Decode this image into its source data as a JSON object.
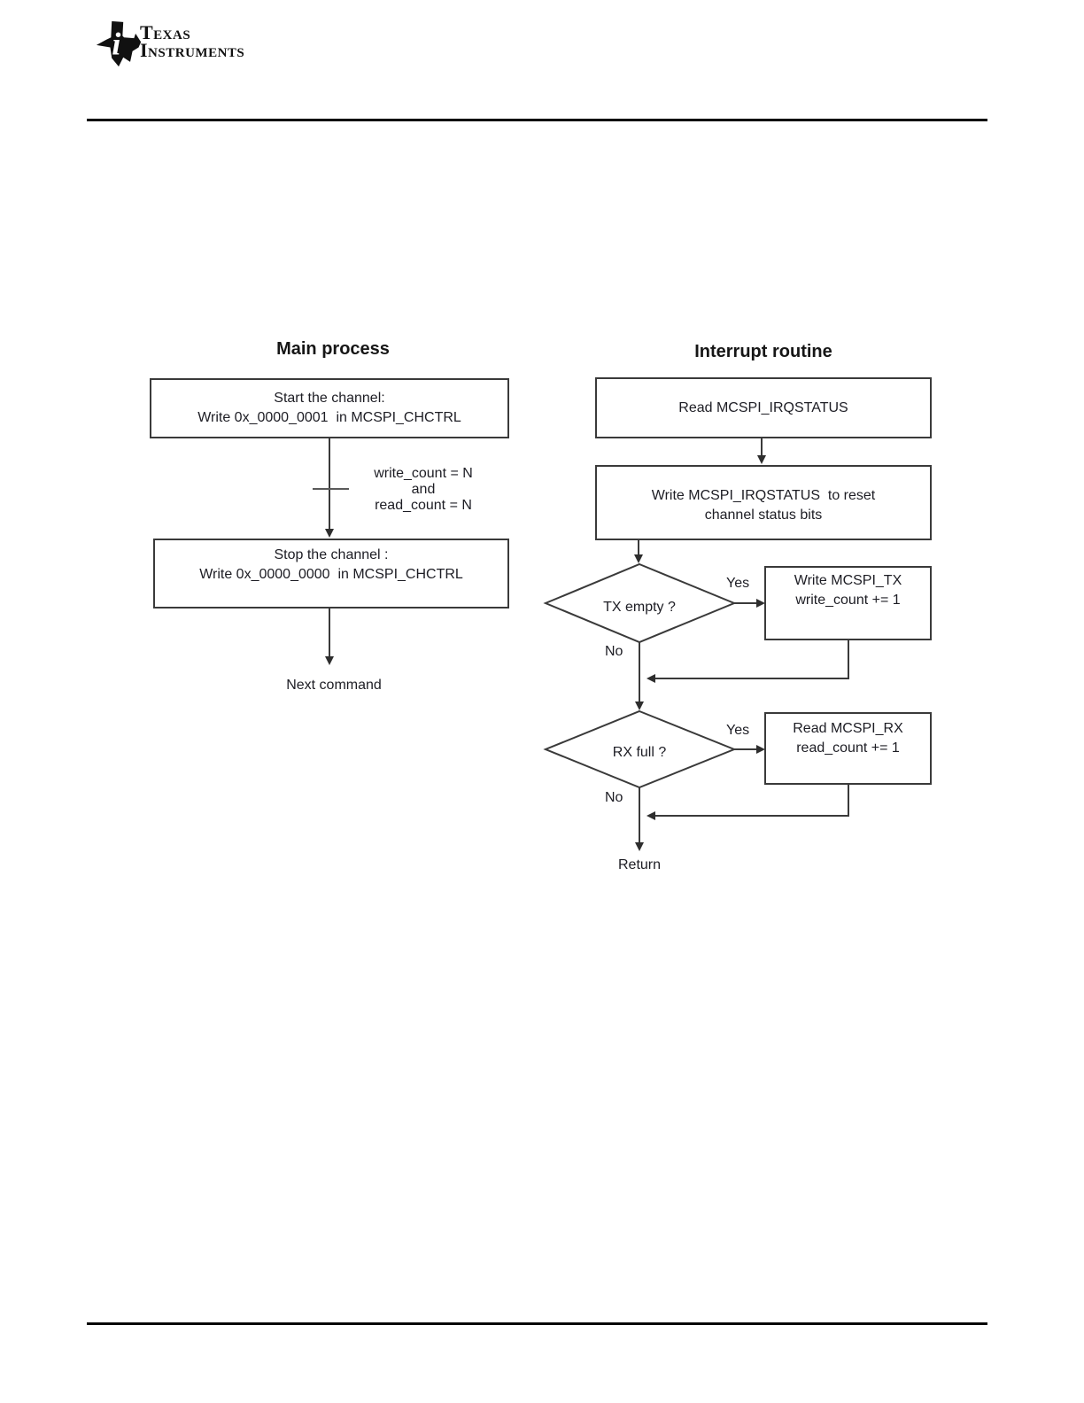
{
  "header": {
    "logo": {
      "icon": "texas-state-outline-with-i",
      "line1": "Texas",
      "line2": "Instruments"
    }
  },
  "figure": {
    "main_process": {
      "title": "Main process",
      "start_box": {
        "line1": "Start the channel:",
        "line2": "Write 0x_0000_0001  in MCSPI_CHCTRL"
      },
      "loop_annotation": {
        "line1": "write_count = N",
        "line2": "and",
        "line3": "read_count = N"
      },
      "stop_box": {
        "line1": "Stop the channel :",
        "line2": "Write 0x_0000_0000  in MCSPI_CHCTRL"
      },
      "end_label": "Next command"
    },
    "interrupt_routine": {
      "title": "Interrupt routine",
      "read_irq_box": {
        "line1": "Read MCSPI_IRQSTATUS"
      },
      "write_irq_box": {
        "line1": "Write MCSPI_IRQSTATUS  to reset",
        "line2": "channel status bits"
      },
      "tx_decision": {
        "question": "TX empty ?",
        "yes": "Yes",
        "no": "No"
      },
      "tx_action_box": {
        "line1": "Write MCSPI_TX",
        "line2": "write_count += 1"
      },
      "rx_decision": {
        "question": "RX full ?",
        "yes": "Yes",
        "no": "No"
      },
      "rx_action_box": {
        "line1": "Read MCSPI_RX",
        "line2": "read_count += 1"
      },
      "end_label": "Return"
    }
  },
  "colors": {
    "line": "#3a3a3a",
    "text": "#1d1d24",
    "tick": "#5a5a5a",
    "logo": "#111111",
    "rule": "#000000"
  }
}
